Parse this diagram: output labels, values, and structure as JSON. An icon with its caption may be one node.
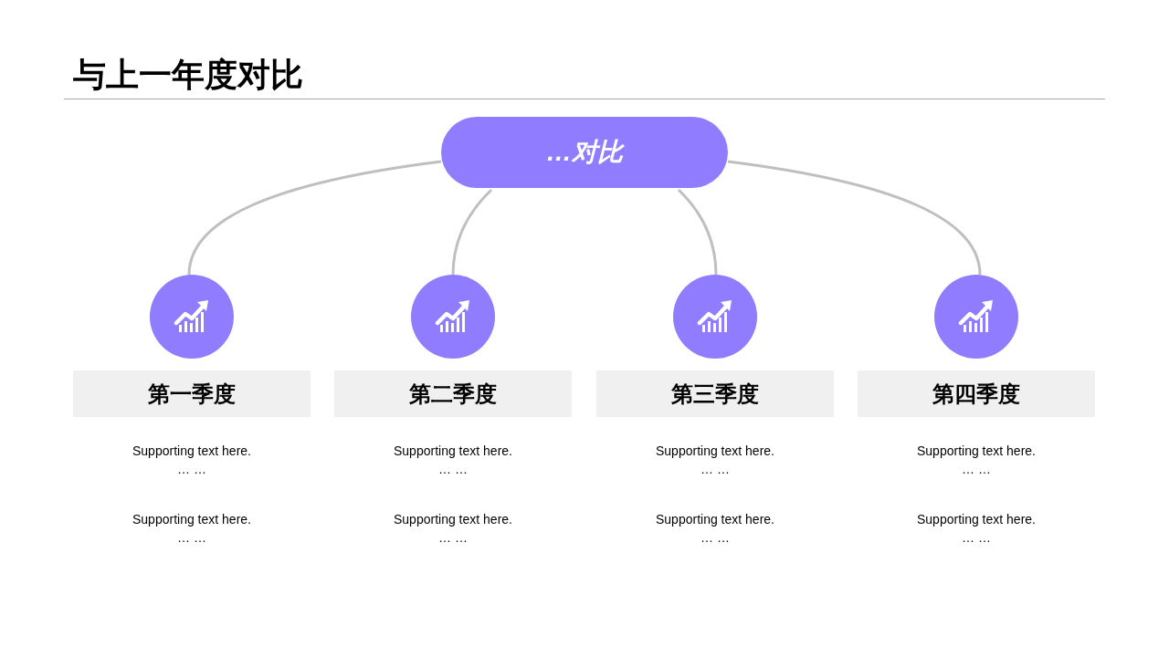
{
  "diagram": {
    "title": "与上一年度对比",
    "nodes": [
      {
        "text": [
          "…对比"
        ]
      },
      {
        "text": [],
        "shape": "circle"
      },
      {
        "text": [],
        "shape": "circle"
      },
      {
        "text": [],
        "shape": "circle"
      },
      {
        "text": [],
        "shape": "circle"
      },
      {
        "text": [
          "第一季度"
        ]
      },
      {
        "text": [
          "第二季度"
        ]
      },
      {
        "text": [
          "第三季度"
        ]
      },
      {
        "text": [
          "第四季度"
        ]
      }
    ],
    "edges": [
      {
        "from": 0,
        "to": 1,
        "arrow": "none"
      },
      {
        "from": 0,
        "to": 2,
        "arrow": "none"
      },
      {
        "from": 0,
        "to": 3,
        "arrow": "none"
      },
      {
        "from": 0,
        "to": 4,
        "arrow": "none"
      }
    ],
    "labels": [
      "Supporting text here. … …",
      "Supporting text here. … …",
      "Supporting text here. … …",
      "Supporting text here. … …",
      "Supporting text here. … …",
      "Supporting text here. … …",
      "Supporting text here. … …",
      "Supporting text here. … …"
    ]
  }
}
